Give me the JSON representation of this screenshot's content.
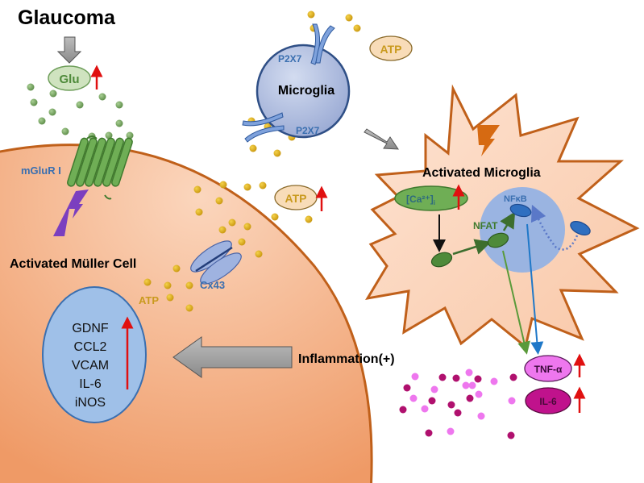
{
  "title": "Glaucoma",
  "glutamate": {
    "label": "Glu",
    "trend": "up"
  },
  "muller_cell": {
    "label": "Activated Müller Cell",
    "receptor_label": "mGluR I",
    "channel_label": "Cx43",
    "atp_label": "ATP",
    "nucleus_genes": [
      "GDNF",
      "CCL2",
      "VCAM",
      "IL-6",
      "iNOS"
    ],
    "nucleus_trend": "up"
  },
  "microglia": {
    "label": "Microglia",
    "receptor_labels": [
      "P2X7",
      "P2X7"
    ],
    "atp_label": "ATP"
  },
  "released_atp": {
    "label": "ATP",
    "trend": "up"
  },
  "activated_microglia": {
    "label": "Activated Microglia",
    "calcium_label": "[Ca²⁺]",
    "calcium_sub": "i",
    "calcium_trend": "up",
    "nfat_label": "NFAT",
    "nfkb_label": "NFκB"
  },
  "inflammation": {
    "label": "Inflammation(+)"
  },
  "cytokines": [
    {
      "label": "TNF-α",
      "trend": "up",
      "color": "#ee77ee"
    },
    {
      "label": "IL-6",
      "trend": "up",
      "color": "#c0128c"
    }
  ],
  "colors": {
    "muller_fill": "#f2a57a",
    "muller_border": "#c0601a",
    "microglia_fill": "#aebce0",
    "microglia_border": "#2f4f86",
    "activated_fill": "#fcd9c3",
    "activated_border": "#c0601a",
    "glu_dot": "#6e9e5a",
    "atp_dot": "#d6a814",
    "label_blue": "#3a6fb0",
    "label_gold": "#c99a1e",
    "up_arrow": "#e01010",
    "nucleus_fill": "#9fc0e8"
  }
}
